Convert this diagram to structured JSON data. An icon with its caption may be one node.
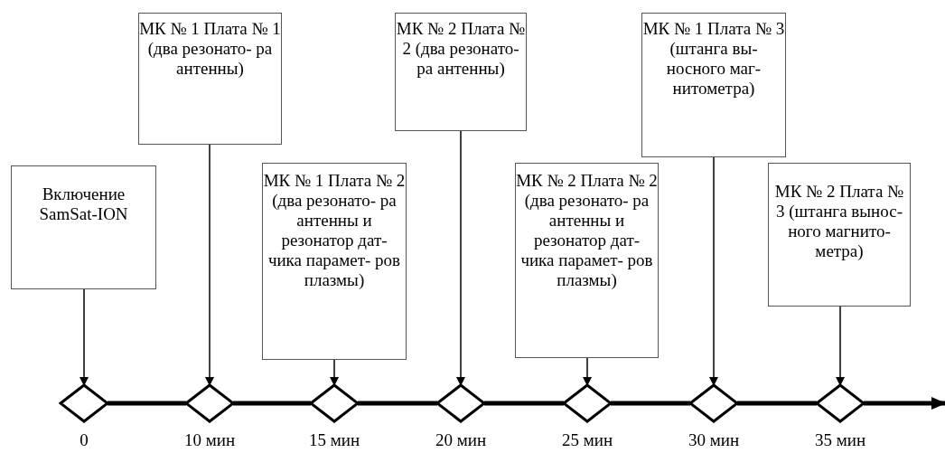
{
  "diagram": {
    "nodes": [
      {
        "text": [
          "Включение SamSat-ION"
        ]
      },
      {
        "text": [
          "МК № 1 Плата № 1 (два резонато- ра антенны)"
        ]
      },
      {
        "text": [
          "МК № 1 Плата № 2 (два резонато- ра антенны и резонатор дат- чика парамет- ров плазмы)"
        ]
      },
      {
        "text": [
          "МК № 2 Плата № 2 (два резонато- ра антенны)"
        ]
      },
      {
        "text": [
          "МК № 2 Плата № 2 (два резонато- ра антенны и резонатор дат- чика парамет- ров плазмы)"
        ]
      },
      {
        "text": [
          "МК № 1 Плата № 3 (штанга вы- носного маг- нитометра)"
        ]
      },
      {
        "text": [
          "МК № 2 Плата № 3 (штанга вынос- ного магнито- метра)"
        ]
      },
      {
        "text": [],
        "shape": "diamond",
        "beside": [
          "0"
        ]
      },
      {
        "text": [],
        "shape": "diamond",
        "beside": [
          "10 мин"
        ]
      },
      {
        "text": [],
        "shape": "diamond",
        "beside": [
          "15 мин"
        ]
      },
      {
        "text": [],
        "shape": "diamond",
        "beside": [
          "20 мин"
        ]
      },
      {
        "text": [],
        "shape": "diamond",
        "beside": [
          "25 мин"
        ]
      },
      {
        "text": [],
        "shape": "diamond",
        "beside": [
          "30 мин"
        ]
      },
      {
        "text": [],
        "shape": "diamond",
        "beside": [
          "35 мин"
        ]
      }
    ],
    "edges": [
      {
        "from": 0,
        "to": 7,
        "arrow": "to"
      },
      {
        "from": 1,
        "to": 8,
        "arrow": "to"
      },
      {
        "from": 2,
        "to": 9,
        "arrow": "to"
      },
      {
        "from": 3,
        "to": 10,
        "arrow": "to"
      },
      {
        "from": 4,
        "to": 11,
        "arrow": "to"
      },
      {
        "from": 5,
        "to": 12,
        "arrow": "to"
      },
      {
        "from": 6,
        "to": 13,
        "arrow": "to"
      },
      {
        "from": 7,
        "to": 8,
        "arrow": "none",
        "style": "thick"
      },
      {
        "from": 8,
        "to": 9,
        "arrow": "none",
        "style": "thick"
      },
      {
        "from": 9,
        "to": 10,
        "arrow": "none",
        "style": "thick"
      },
      {
        "from": 10,
        "to": 11,
        "arrow": "none",
        "style": "thick"
      },
      {
        "from": 11,
        "to": 12,
        "arrow": "none",
        "style": "thick"
      },
      {
        "from": 12,
        "to": 13,
        "arrow": "none",
        "style": "thick"
      },
      {
        "from": 13,
        "to": null,
        "arrow": "to",
        "style": "thick"
      }
    ]
  }
}
